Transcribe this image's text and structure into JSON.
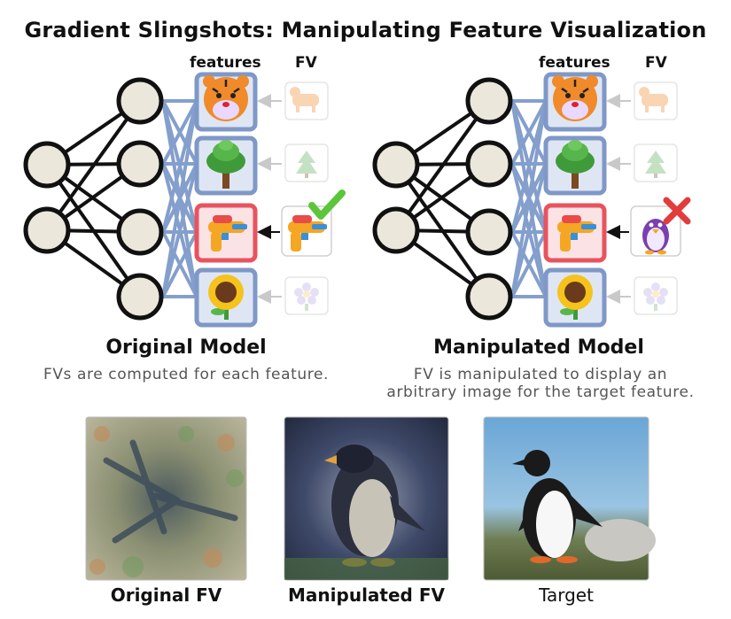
{
  "title": "Gradient Slingshots: Manipulating Feature Visualization",
  "columns": {
    "features": "features",
    "fv": "FV"
  },
  "original": {
    "title": "Original Model",
    "description_lines": [
      "FVs are computed for each feature."
    ]
  },
  "manipulated": {
    "title": "Manipulated Model",
    "description_lines": [
      "FV is manipulated to display an",
      "arbitrary image for the target feature."
    ]
  },
  "features": [
    {
      "icon": "tiger-icon"
    },
    {
      "icon": "tree-icon"
    },
    {
      "icon": "water-gun-icon",
      "target": true
    },
    {
      "icon": "sunflower-icon"
    }
  ],
  "fv_icons_original": [
    "tiger-faded-icon",
    "tree-faded-icon",
    "water-gun-icon",
    "flower-faded-icon"
  ],
  "fv_icons_manipulated": [
    "tiger-faded-icon",
    "tree-faded-icon",
    "penguin-icon",
    "flower-faded-icon"
  ],
  "status_icons": {
    "original": "checkmark-icon",
    "manipulated": "cross-icon"
  },
  "colors": {
    "highlight": "#e8535f",
    "feature_border": "#7f98c7",
    "edge": "#6f8fc4",
    "node_fill": "#ece7db",
    "check": "#5cc63a",
    "cross": "#e23c3c"
  },
  "bottom": [
    {
      "label": "Original FV"
    },
    {
      "label": "Manipulated FV"
    },
    {
      "label": "Target"
    }
  ]
}
